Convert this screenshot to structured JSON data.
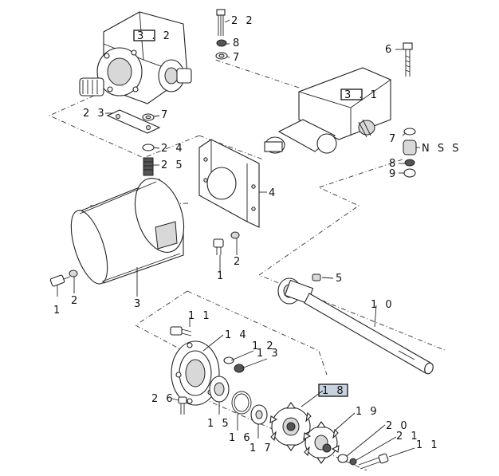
{
  "diagram": {
    "callouts": {
      "c_3_2": "3 . 2",
      "c_3_1": "3 . 1",
      "c_22": "2 2",
      "c_8a": "8",
      "c_7a": "7",
      "c_6": "6",
      "c_23": "2 3",
      "c_7b": "7",
      "c_24": "2 4",
      "c_25": "2 5",
      "c_4": "4",
      "c_7c": "7",
      "c_nss": "N S S",
      "c_8b": "8",
      "c_9": "9",
      "c_1a": "1",
      "c_2a": "2",
      "c_1b": "1",
      "c_2b": "2",
      "c_3": "3",
      "c_5": "5",
      "c_10": "1 0",
      "c_11a": "1 1",
      "c_14": "1 4",
      "c_12": "1 2",
      "c_13": "1 3",
      "c_26": "2 6",
      "c_15": "1 5",
      "c_16": "1 6",
      "c_17": "1 7",
      "c_18": "1 8",
      "c_19": "1 9",
      "c_20": "2 0",
      "c_21": "2 1",
      "c_11b": "1 1"
    }
  },
  "colors": {
    "ink": "#222222",
    "highlight_box": "#c9d3df",
    "background": "#ffffff"
  }
}
